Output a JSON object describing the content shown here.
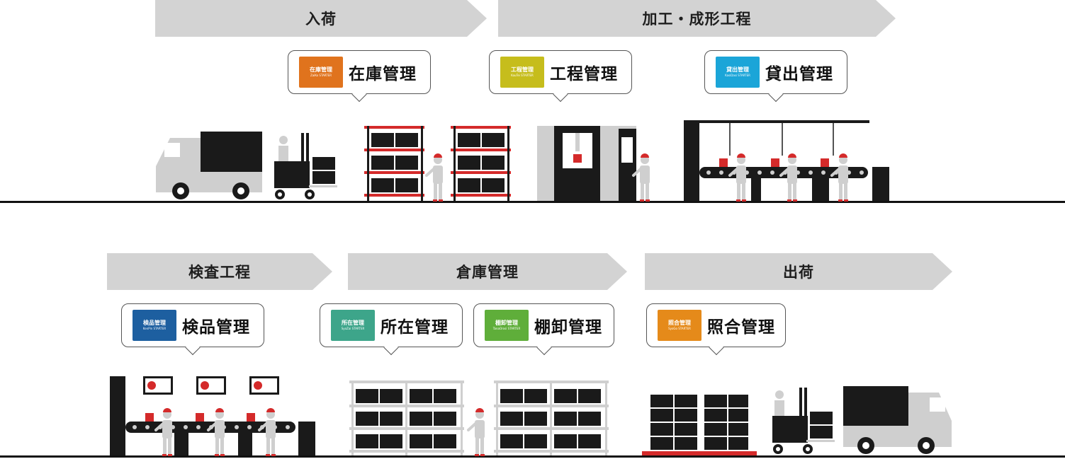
{
  "stages": {
    "nyuka": "入荷",
    "kako": "加工・成形工程",
    "kensa": "検査工程",
    "soko": "倉庫管理",
    "shukka": "出荷"
  },
  "callouts": {
    "zaiko": {
      "badge_title": "在庫管理",
      "badge_sub": "ZaiKo STARTER",
      "label": "在庫管理",
      "color": "#e0731d"
    },
    "kotei": {
      "badge_title": "工程管理",
      "badge_sub": "KouTei STARTER",
      "label": "工程管理",
      "color": "#c6bd1c"
    },
    "kashidashi": {
      "badge_title": "貸出管理",
      "badge_sub": "KasiDasi STARTER",
      "label": "貸出管理",
      "color": "#1ba5d8"
    },
    "kenpin": {
      "badge_title": "検品管理",
      "badge_sub": "KenPin STARTER",
      "label": "検品管理",
      "color": "#1d5fa0"
    },
    "shozai": {
      "badge_title": "所在管理",
      "badge_sub": "SyoZai STARTER",
      "label": "所在管理",
      "color": "#3da58a"
    },
    "tanaoroshi": {
      "badge_title": "棚卸管理",
      "badge_sub": "TanaOrosi STARTER",
      "label": "棚卸管理",
      "color": "#5fae3a"
    },
    "shogo": {
      "badge_title": "照合管理",
      "badge_sub": "SyoGo STARTER",
      "label": "照合管理",
      "color": "#e58a1a"
    }
  },
  "colors": {
    "illustration_gray": "#cfcfcf",
    "illustration_dark": "#1a1a1a",
    "accent_red": "#d42a2a"
  }
}
